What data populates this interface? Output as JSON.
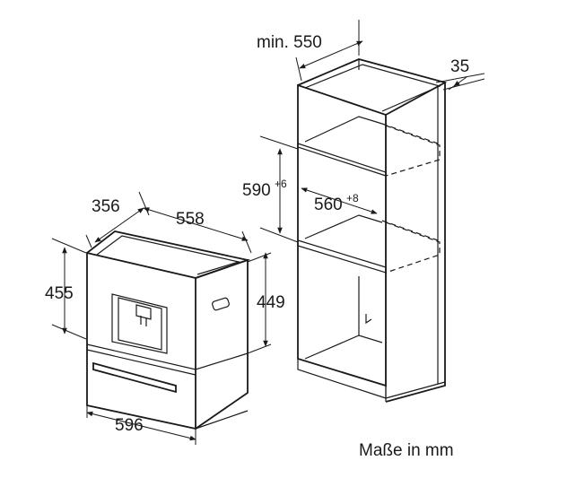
{
  "appliance": {
    "dims": {
      "depth": "356",
      "width_top": "558",
      "height_total": "455",
      "height_front": "449",
      "width_bottom": "596"
    }
  },
  "cabinet": {
    "dims": {
      "min_width": "min. 550",
      "depth_offset": "35",
      "niche_height": "590",
      "niche_height_tol": "+6",
      "niche_width": "560",
      "niche_width_tol": "+8"
    }
  },
  "caption": "Maße in mm",
  "colors": {
    "line": "#1a1a1a",
    "background": "#ffffff"
  }
}
